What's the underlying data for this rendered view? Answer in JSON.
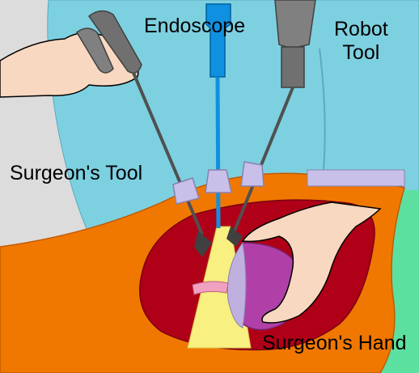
{
  "labels": {
    "endoscope": "Endoscope",
    "robot_tool_line1": "Robot",
    "robot_tool_line2": "Tool",
    "surgeons_tool": "Surgeon's Tool",
    "surgeons_hand": "Surgeon's Hand"
  },
  "colors": {
    "background_wall": "#dcdcdc",
    "surgeon_gown": "#7dd0e0",
    "patient_body": "#f07800",
    "cavity": "#b00018",
    "drape": "#5ce0a0",
    "light_cone": "#f8f080",
    "organ": "#b040a8",
    "organ_shadow": "#c0b0e0",
    "trocar": "#c8c0e8",
    "skin": "#f8d8c0",
    "instrument_gray": "#707070",
    "endoscope_blue": "#1090e0",
    "tissue_pink": "#f0a0c0"
  }
}
